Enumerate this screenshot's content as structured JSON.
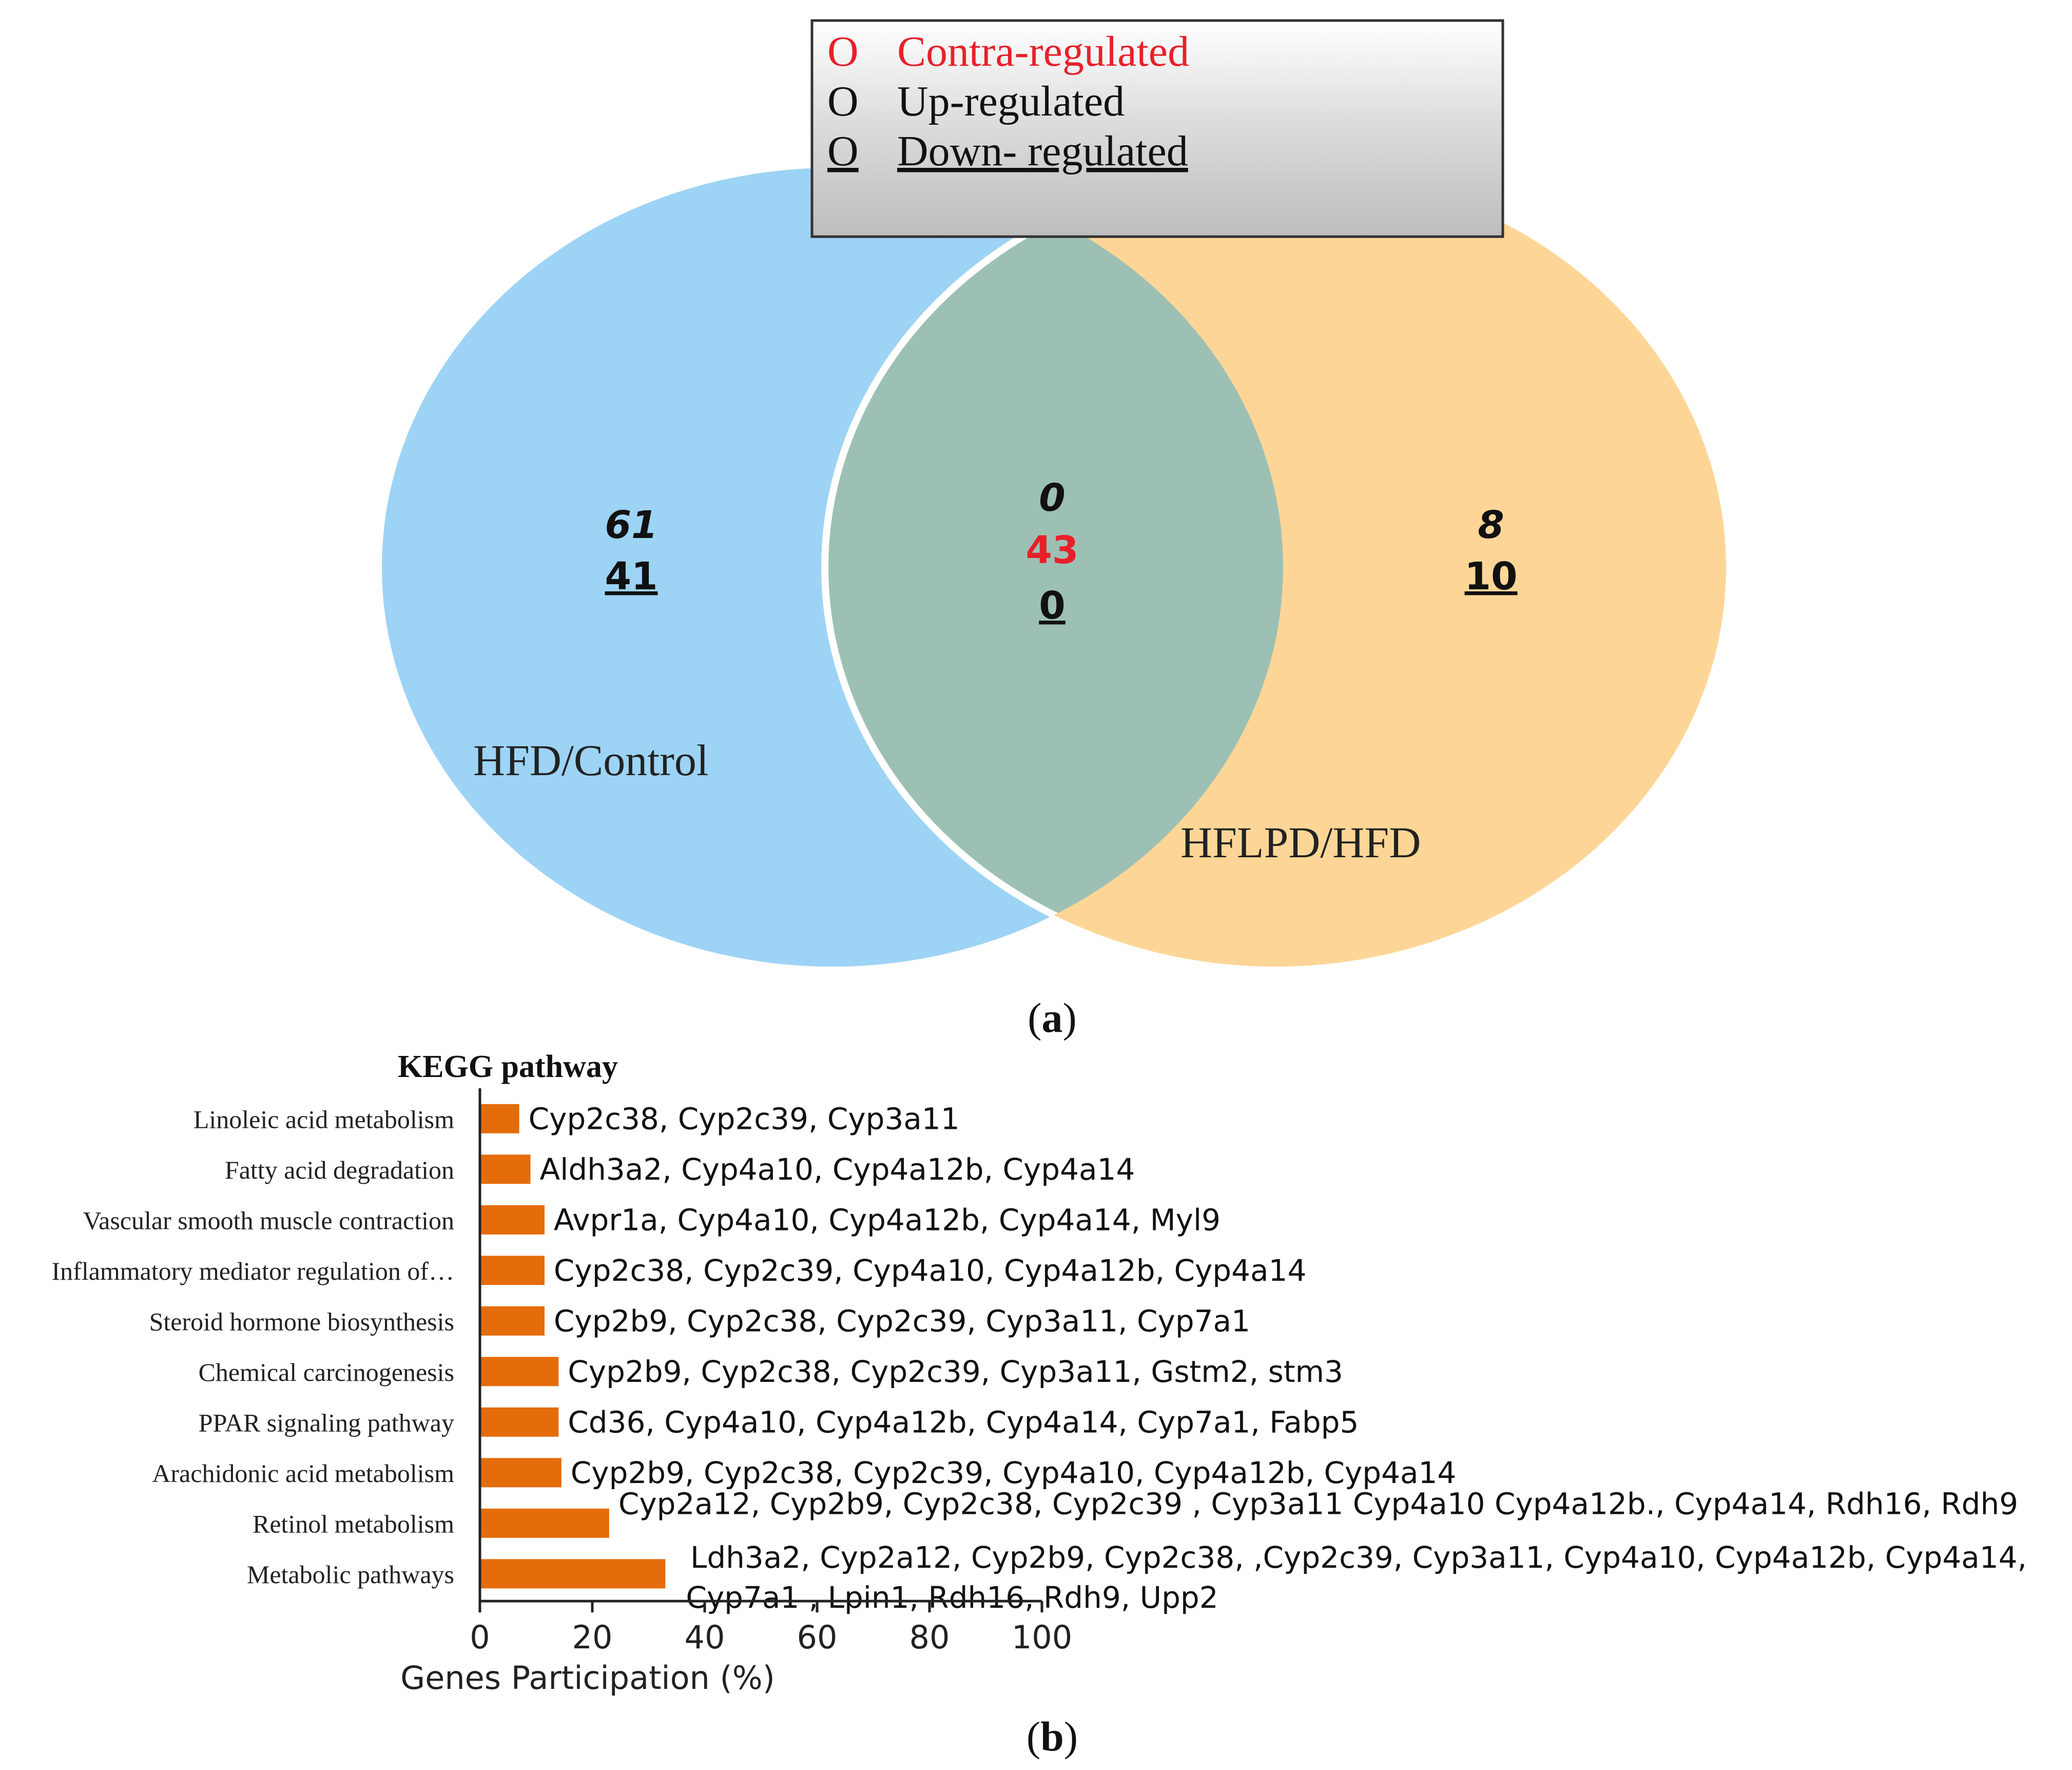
{
  "panel_a": {
    "caption": "a",
    "legend": {
      "items": [
        {
          "marker": "O",
          "label": "Contra-regulated",
          "color": "#e8202a"
        },
        {
          "marker": "O",
          "label": "Up-regulated",
          "color": "#111111"
        },
        {
          "marker": "O",
          "label": "Down- regulated",
          "color": "#111111"
        }
      ]
    },
    "sets": {
      "left": {
        "label": "HFD/Control",
        "color": "#9dd3f5"
      },
      "right": {
        "label": "HFLPD/HFD",
        "color": "#fdd697"
      },
      "overlap_color": "#9dc0b4"
    },
    "counts": {
      "left_only": {
        "up": "61",
        "down": "41"
      },
      "overlap": {
        "up": "0",
        "contra": "43",
        "down": "0"
      },
      "right_only": {
        "up": "8",
        "down": "10"
      }
    }
  },
  "panel_b": {
    "caption": "b",
    "chart_data": {
      "type": "bar",
      "orientation": "horizontal",
      "title": "KEGG pathway",
      "xlabel": "Genes Participation (%)",
      "ylabel": "",
      "xlim": [
        0,
        100
      ],
      "xticks": [
        0,
        20,
        40,
        60,
        80,
        100
      ],
      "bar_color": "#e46c0a",
      "grid": false,
      "categories": [
        "Linoleic acid metabolism",
        "Fatty acid degradation",
        "Vascular smooth muscle contraction",
        "Inflammatory mediator regulation of…",
        "Steroid hormone biosynthesis",
        "Chemical carcinogenesis",
        "PPAR signaling pathway",
        "Arachidonic acid metabolism",
        "Retinol metabolism",
        "Metabolic pathways"
      ],
      "values": [
        7,
        9,
        11.5,
        11.5,
        11.5,
        14,
        14,
        14.5,
        23,
        33
      ],
      "annotations": [
        [
          "Cyp2c38, Cyp2c39, Cyp3a11"
        ],
        [
          "Aldh3a2, Cyp4a10, Cyp4a12b, Cyp4a14"
        ],
        [
          "Avpr1a, Cyp4a10, Cyp4a12b, Cyp4a14, Myl9"
        ],
        [
          "Cyp2c38, Cyp2c39, Cyp4a10, Cyp4a12b, Cyp4a14"
        ],
        [
          "Cyp2b9, Cyp2c38, Cyp2c39, Cyp3a11, Cyp7a1"
        ],
        [
          "Cyp2b9,  Cyp2c38, Cyp2c39, Cyp3a11, Gstm2,  stm3"
        ],
        [
          "Cd36, Cyp4a10, Cyp4a12b, Cyp4a14, Cyp7a1, Fabp5"
        ],
        [
          "Cyp2b9, Cyp2c38, Cyp2c39, Cyp4a10, Cyp4a12b, Cyp4a14"
        ],
        [
          "Cyp2a12, Cyp2b9, Cyp2c38, Cyp2c39 , Cyp3a11 Cyp4a10  Cyp4a12b., Cyp4a14, Rdh16, Rdh9"
        ],
        [
          "Ldh3a2,  Cyp2a12, Cyp2b9, Cyp2c38, ,Cyp2c39, Cyp3a11,  Cyp4a10, Cyp4a12b, Cyp4a14,",
          "Cyp7a1 , Lpin1, Rdh16, Rdh9, Upp2"
        ]
      ]
    }
  }
}
